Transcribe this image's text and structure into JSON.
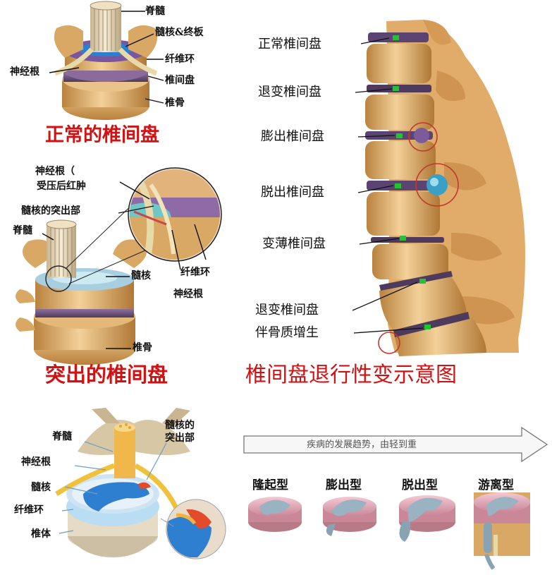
{
  "panel_normal": {
    "labels": {
      "spinal_cord": "脊髓",
      "nucleus_endplate": "髓核&终板",
      "nerve_root": "神经根",
      "annulus": "纤维环",
      "disc": "椎间盘",
      "vertebra": "椎骨"
    },
    "title": "正常的椎间盘"
  },
  "panel_herniated": {
    "labels": {
      "nerve_root_compressed_1": "神经根（",
      "nerve_root_compressed_2": "受压后红肿",
      "nucleus_protrusion": "髓核的突出部",
      "spinal_cord": "脊髓",
      "nucleus": "髓核",
      "annulus": "纤维环",
      "nerve_root": "神经根",
      "vertebra": "椎骨"
    },
    "title": "突出的椎间盘"
  },
  "panel_degeneration": {
    "labels": {
      "normal": "正常椎间盘",
      "degenerated": "退变椎间盘",
      "bulging": "膨出椎间盘",
      "extruded": "脱出椎间盘",
      "thinned": "变薄椎间盘",
      "degenerated_2": "退变椎间盘",
      "osteophyte": "伴骨质增生"
    },
    "title": "椎间盘退行性变示意图"
  },
  "panel_anatomy": {
    "labels": {
      "spinal_cord": "脊髓",
      "nucleus_protrusion_1": "髓核的",
      "nucleus_protrusion_2": "突出部",
      "nerve_root": "神经根",
      "nucleus": "髓核",
      "annulus": "纤维环",
      "vertebral_body": "椎体"
    }
  },
  "progression": {
    "arrow_text": "疾病的发展趋势，由轻到重",
    "stages": [
      "隆起型",
      "膨出型",
      "脱出型",
      "游离型"
    ]
  },
  "colors": {
    "title_red": "#d21212",
    "bone": "#e8b873",
    "disc": "#7a5a8c",
    "nucleus_blue": "#2f7fd0",
    "annulus_light": "#cfe4f3",
    "marker_green": "#22c233",
    "circle_red": "#c0392b"
  }
}
